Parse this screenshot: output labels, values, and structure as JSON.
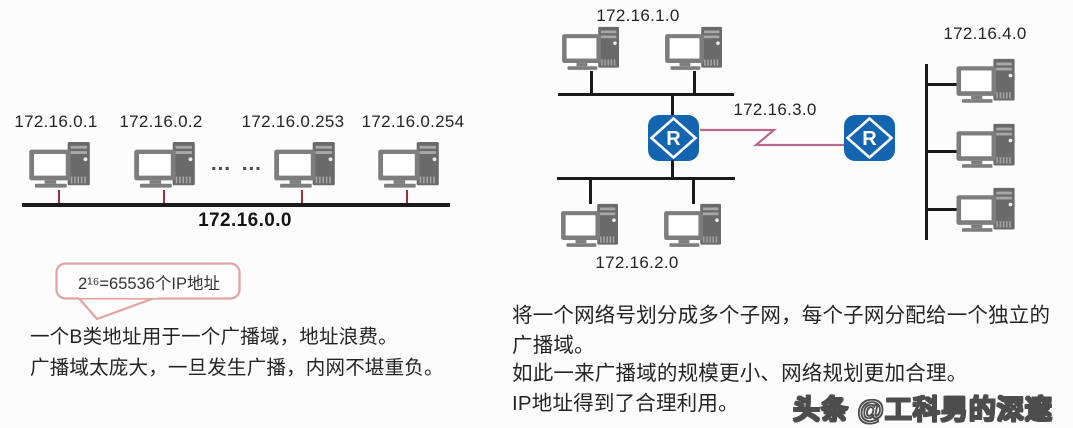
{
  "colors": {
    "router_blue": "#1365af",
    "serial_link_pink": "#b9688c",
    "host_drop_red": "#96333f",
    "bubble_border_pink": "#e2a3a3",
    "bus_black": "#1a1a1a",
    "text_dark": "#242424",
    "pc_gray": "#7d7d7d"
  },
  "left_lan": {
    "hosts": [
      "172.16.0.1",
      "172.16.0.2",
      "172.16.0.253",
      "172.16.0.254"
    ],
    "ellipsis": "… …",
    "network": "172.16.0.0",
    "bubble": "2¹⁶=65536个IP地址",
    "note_line1": "一个B类地址用于一个广播域，地址浪费。",
    "note_line2": "广播域太庞大，一旦发生广播，内网不堪重负。"
  },
  "subnet_diagram": {
    "subnet_top": "172.16.1.0",
    "subnet_bottom": "172.16.2.0",
    "link_network": "172.16.3.0",
    "subnet_right": "172.16.4.0",
    "router_label": "R"
  },
  "right_notes": {
    "line1": "将一个网络号划分成多个子网，每个子网分配给一个独立的",
    "line2": "广播域。",
    "line3": "如此一来广播域的规模更小、网络规划更加合理。",
    "line4": "IP地址得到了合理利用。"
  },
  "watermark": "头条 @工科男的深邃"
}
